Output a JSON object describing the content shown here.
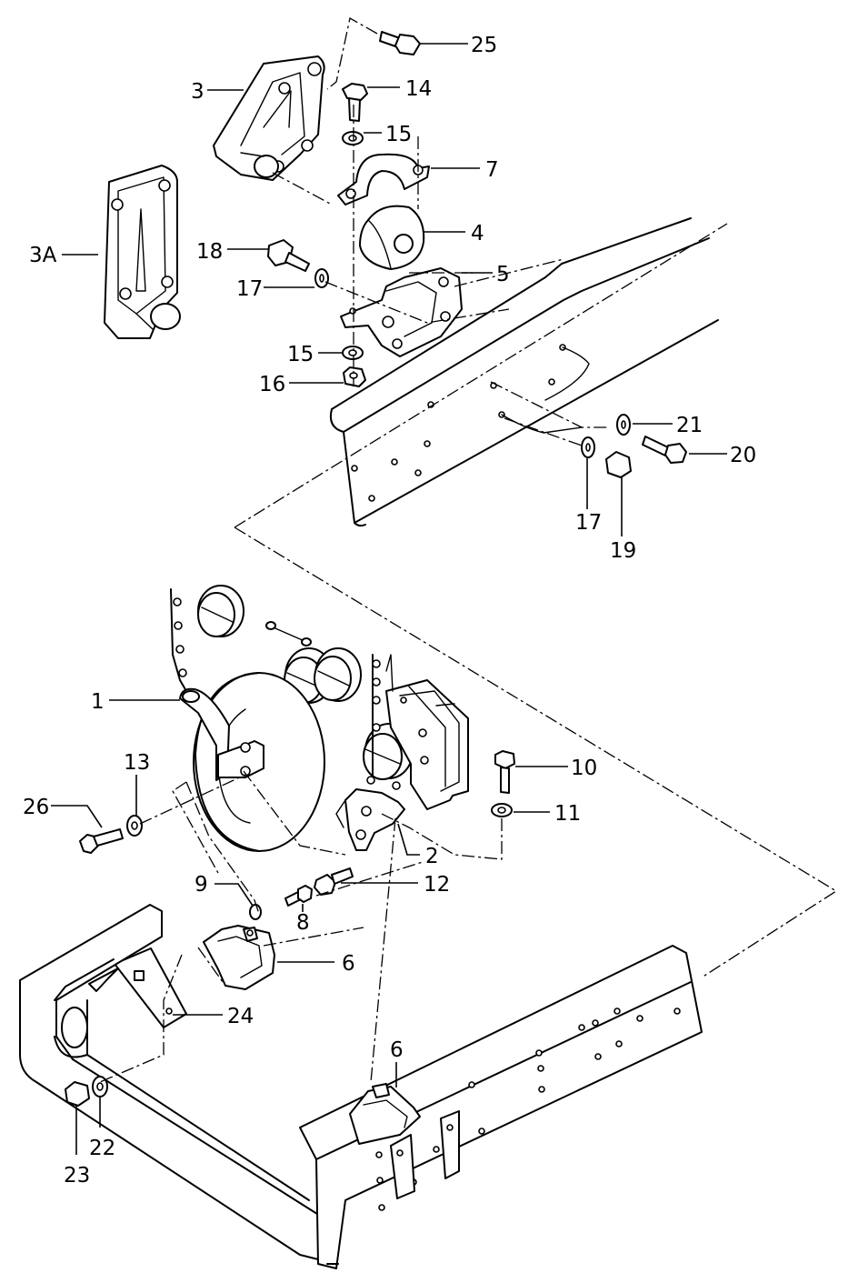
{
  "labels": {
    "p1": "1",
    "p2": "2",
    "p3": "3",
    "p3a": "3A",
    "p4": "4",
    "p5": "5",
    "p6a": "6",
    "p6b": "6",
    "p7": "7",
    "p8": "8",
    "p9": "9",
    "p10": "10",
    "p11": "11",
    "p12": "12",
    "p13": "13",
    "p14": "14",
    "p15a": "15",
    "p15b": "15",
    "p16": "16",
    "p17a": "17",
    "p17b": "17",
    "p18": "18",
    "p19": "19",
    "p20": "20",
    "p21": "21",
    "p22": "22",
    "p23": "23",
    "p24": "24",
    "p25": "25",
    "p26": "26"
  }
}
